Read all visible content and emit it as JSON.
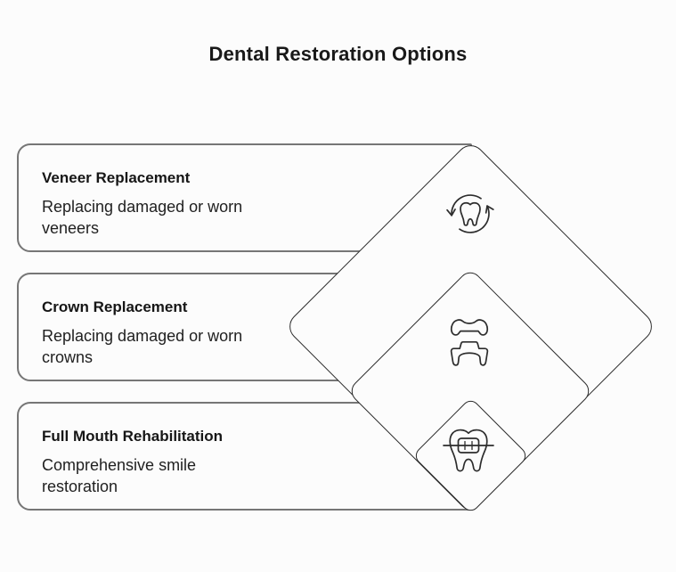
{
  "title": "Dental Restoration Options",
  "cards": [
    {
      "heading": "Veneer Replacement",
      "description": "Replacing damaged or worn veneers",
      "icon": "tooth-refresh-icon"
    },
    {
      "heading": "Crown Replacement",
      "description": "Replacing damaged or worn crowns",
      "icon": "dental-crown-icon"
    },
    {
      "heading": "Full Mouth Rehabilitation",
      "description": "Comprehensive smile restoration",
      "icon": "tooth-braces-icon"
    }
  ],
  "colors": {
    "background": "#fcfcfc",
    "card_border": "#767676",
    "diamond_border": "#2c2c2c",
    "icon_stroke": "#2d2d2d",
    "title_text": "#191919",
    "heading_text": "#161616",
    "body_text": "#212121"
  }
}
